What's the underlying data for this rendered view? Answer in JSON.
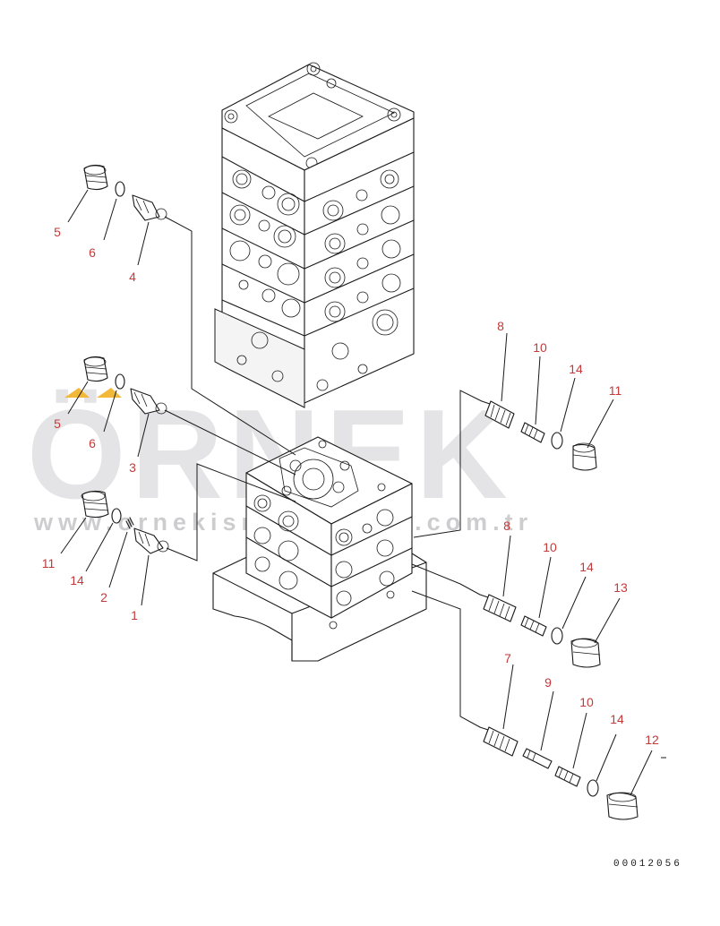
{
  "diagram": {
    "figure_code": "00012056",
    "watermark": {
      "brand": "ÖRNEK",
      "url": "www.ornekismakinalari.com.tr",
      "accent_color": "#f2b83a"
    },
    "callouts": [
      {
        "id": "c5a",
        "label": "5"
      },
      {
        "id": "c6a",
        "label": "6"
      },
      {
        "id": "c4",
        "label": "4"
      },
      {
        "id": "c5b",
        "label": "5"
      },
      {
        "id": "c6b",
        "label": "6"
      },
      {
        "id": "c3",
        "label": "3"
      },
      {
        "id": "c11a",
        "label": "11"
      },
      {
        "id": "c14a",
        "label": "14"
      },
      {
        "id": "c2",
        "label": "2"
      },
      {
        "id": "c1",
        "label": "1"
      },
      {
        "id": "c8a",
        "label": "8"
      },
      {
        "id": "c10a",
        "label": "10"
      },
      {
        "id": "c14b",
        "label": "14"
      },
      {
        "id": "c11b",
        "label": "11"
      },
      {
        "id": "c8b",
        "label": "8"
      },
      {
        "id": "c10b",
        "label": "10"
      },
      {
        "id": "c14c",
        "label": "14"
      },
      {
        "id": "c13",
        "label": "13"
      },
      {
        "id": "c7",
        "label": "7"
      },
      {
        "id": "c9",
        "label": "9"
      },
      {
        "id": "c10c",
        "label": "10"
      },
      {
        "id": "c14d",
        "label": "14"
      },
      {
        "id": "c12",
        "label": "12"
      }
    ],
    "colors": {
      "callout": "#c43a3a",
      "line": "#1a1a1a",
      "watermark": "#cfcfd2"
    }
  }
}
